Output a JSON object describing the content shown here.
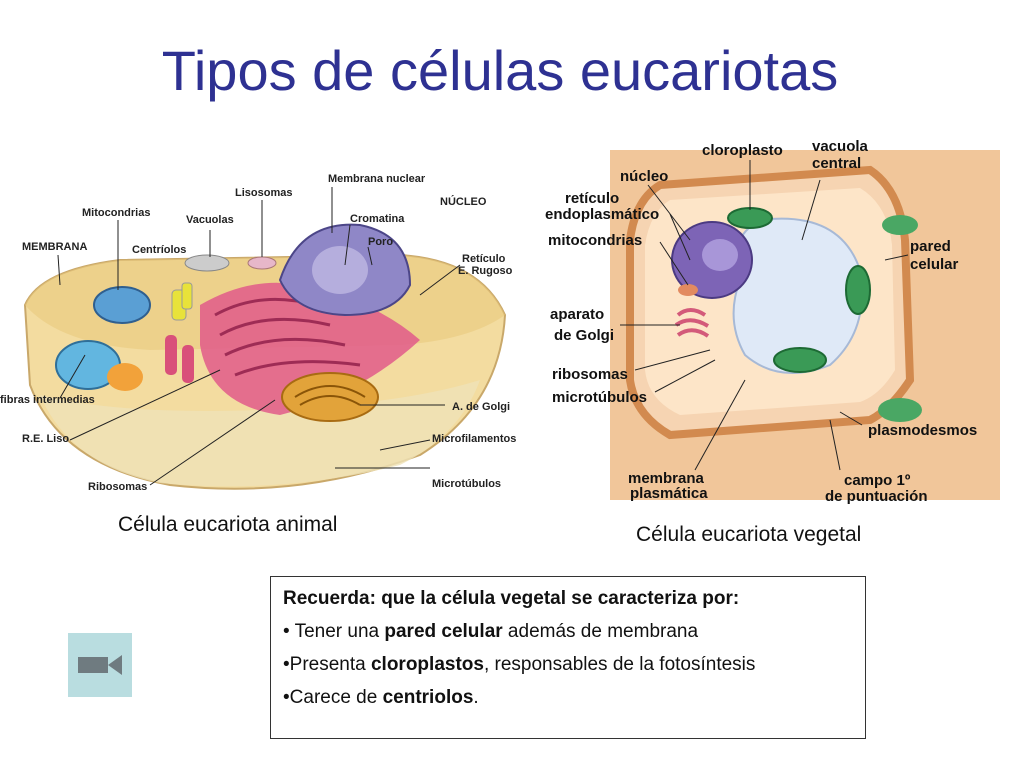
{
  "slide": {
    "title": "Tipos de células eucariotas"
  },
  "animal_cell": {
    "caption": "Célula eucariota animal",
    "labels": {
      "membrana": "MEMBRANA",
      "mitocondrias": "Mitocondrias",
      "centriolos": "Centríolos",
      "vacuolas": "Vacuolas",
      "lisosomas": "Lisosomas",
      "membrana_nuclear": "Membrana nuclear",
      "nucleo": "NÚCLEO",
      "cromatina": "Cromatina",
      "poro": "Poro",
      "reticulo": "Retículo",
      "e_rugoso": "E. Rugoso",
      "fibras": "fibras intermedias",
      "re_liso": "R.E. Liso",
      "ribosomas": "Ribosomas",
      "golgi": "A. de Golgi",
      "microfilamentos": "Microfilamentos",
      "microtubulos": "Microtúbulos"
    }
  },
  "plant_cell": {
    "caption": "Célula eucariota vegetal",
    "labels": {
      "cloroplasto": "cloroplasto",
      "vacuola_1": "vacuola",
      "vacuola_2": "central",
      "nucleo": "núcleo",
      "reticulo_1": "retículo",
      "reticulo_2": "endoplasmático",
      "mitocondrias": "mitocondrias",
      "pared_1": "pared",
      "pared_2": "celular",
      "aparato_1": "aparato",
      "aparato_2": "de Golgi",
      "ribosomas": "ribosomas",
      "microtubulos": "microtúbulos",
      "plasmodesmos": "plasmodesmos",
      "membrana_1": "membrana",
      "membrana_2": "plasmática",
      "campo_1": "campo 1º",
      "campo_2": "de puntuación"
    }
  },
  "note": {
    "heading": "Recuerda: que la célula vegetal se caracteriza por:",
    "item1_pre": "• Tener una ",
    "item1_bold": "pared celular",
    "item1_post": " además de membrana",
    "item2_pre": "•Presenta ",
    "item2_bold": "cloroplastos",
    "item2_post": ", responsables de la fotosíntesis",
    "item3_pre": "•Carece de ",
    "item3_bold": "centriolos",
    "item3_post": "."
  },
  "controls": {
    "video_icon": "video-camera-icon"
  }
}
